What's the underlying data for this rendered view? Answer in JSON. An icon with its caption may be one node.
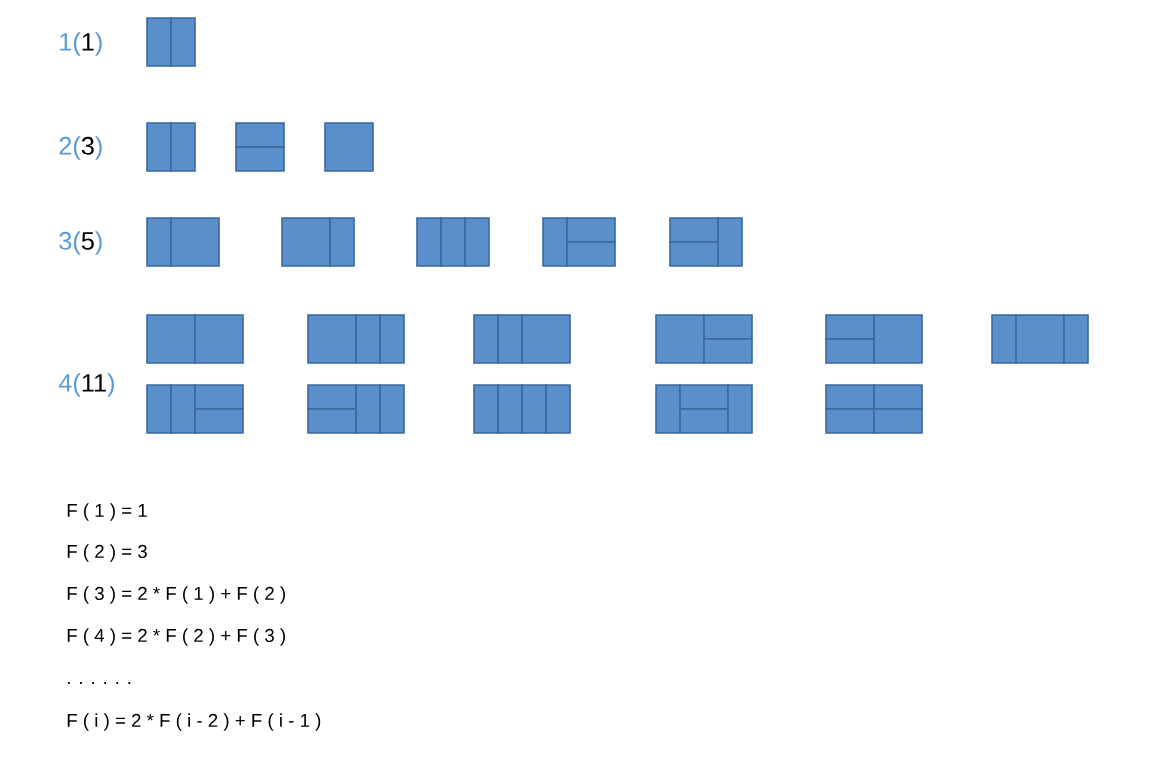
{
  "diagram": {
    "labels": [
      "1(**1**)",
      "2(**3**)",
      "3(**5**)",
      "4(**11**)",
      "F ( 1 ) = 1",
      "F ( 2 ) = 3",
      "F ( 3 ) = 2 * F ( 1 ) + F ( 2 )",
      "F ( 4 ) = 2 * F ( 2 ) + F ( 3 )",
      ". . . . . .",
      "F ( i ) = 2 * F ( i - 2 ) + F ( i - 1 )"
    ]
  }
}
